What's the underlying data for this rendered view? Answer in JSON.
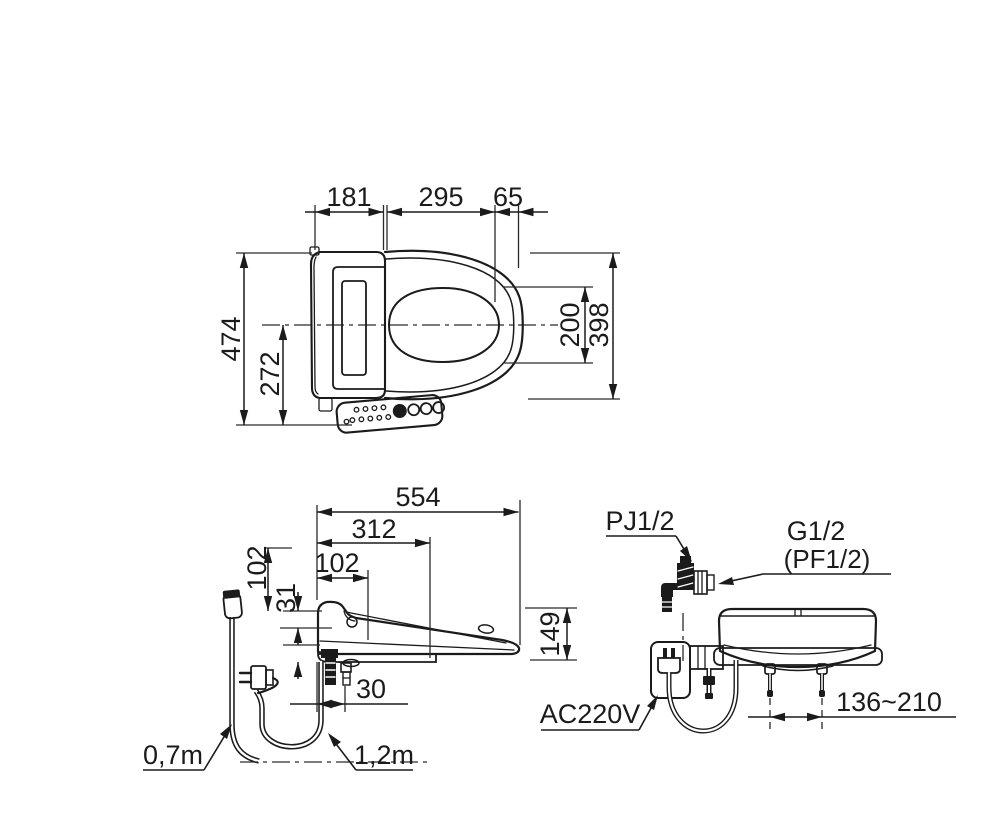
{
  "drawing": {
    "type": "technical-dimension-drawing",
    "views": {
      "top": {
        "dim_back_width": "181",
        "dim_mid_width": "295",
        "dim_front_width": "65",
        "dim_total_depth": "474",
        "dim_center_depth": "272",
        "dim_opening_width": "200",
        "dim_seat_width": "398"
      },
      "side": {
        "dim_total_length": "554",
        "dim_mid_length": "312",
        "dim_height_upper": "102",
        "dim_inset": "102",
        "dim_lip": "31",
        "dim_valve_offset": "30",
        "dim_back_height": "149",
        "label_hose_length": "0,7m",
        "label_cord_length": "1,2m"
      },
      "rear": {
        "label_water_connection": "PJ1/2",
        "label_thread": "G1/2",
        "label_thread_alt": "(PF1/2)",
        "label_power": "AC220V",
        "dim_bolt_pitch": "136~210"
      }
    },
    "line_color": "#1b1b1b",
    "background": "#ffffff"
  }
}
